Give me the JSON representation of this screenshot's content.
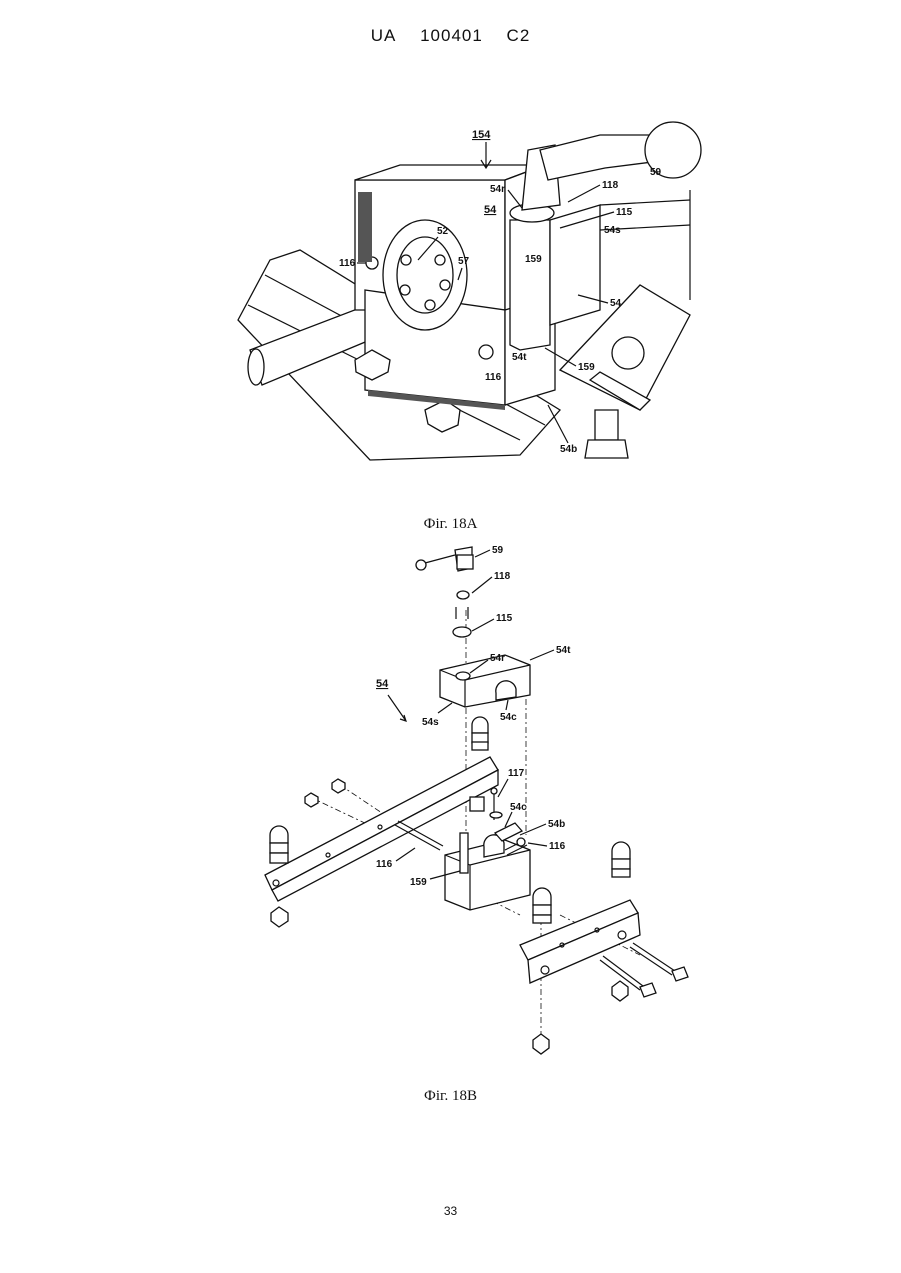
{
  "header": {
    "country": "UA",
    "number": "100401",
    "kind": "C2"
  },
  "figure_a": {
    "caption": "Фіг. 18А",
    "labels": {
      "l154": "154",
      "l59": "59",
      "l54r": "54r",
      "l118": "118",
      "l115": "115",
      "l54": "54",
      "l54s": "54s",
      "l116a": "116",
      "l52": "52",
      "l57": "57",
      "l159a": "159",
      "l54b_small": "54",
      "l54t": "54t",
      "l116b": "116",
      "l159b": "159",
      "l54b": "54b"
    }
  },
  "figure_b": {
    "caption": "Фіг. 18В",
    "labels": {
      "l59": "59",
      "l118": "118",
      "l115": "115",
      "l54t": "54t",
      "l54r": "54r",
      "l54": "54",
      "l54s": "54s",
      "l54c_top": "54c",
      "l117": "117",
      "l54c_bot": "54c",
      "l54b": "54b",
      "l116a": "116",
      "l116b": "116",
      "l159": "159"
    }
  },
  "page_number": "33"
}
